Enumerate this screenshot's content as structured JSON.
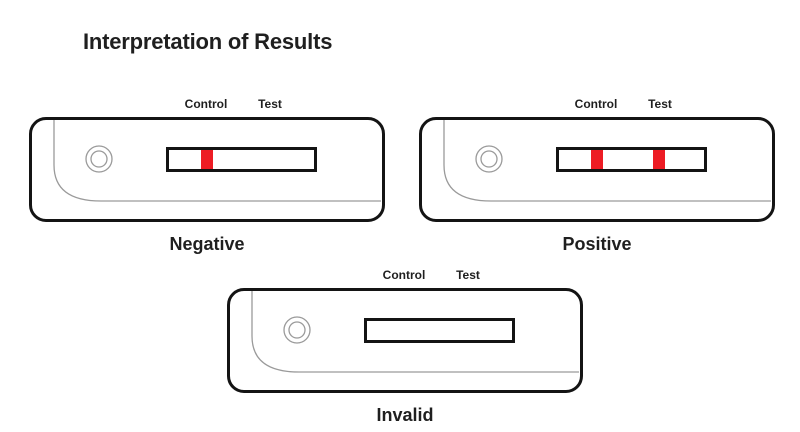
{
  "page": {
    "title": "Interpretation of Results",
    "background": "#ffffff"
  },
  "colors": {
    "line_red": "#ED1C24",
    "outline_black": "#141414",
    "inner_gray": "#9a9a9a",
    "text_black": "#1f1f1f"
  },
  "cassettes": [
    {
      "id": "negative",
      "result_label": "Negative",
      "window_labels": {
        "control": "Control",
        "test": "Test"
      },
      "lines": {
        "control": true,
        "test": false
      }
    },
    {
      "id": "positive",
      "result_label": "Positive",
      "window_labels": {
        "control": "Control",
        "test": "Test"
      },
      "lines": {
        "control": true,
        "test": true
      }
    },
    {
      "id": "invalid",
      "result_label": "Invalid",
      "window_labels": {
        "control": "Control",
        "test": "Test"
      },
      "lines": {
        "control": false,
        "test": false
      }
    }
  ]
}
